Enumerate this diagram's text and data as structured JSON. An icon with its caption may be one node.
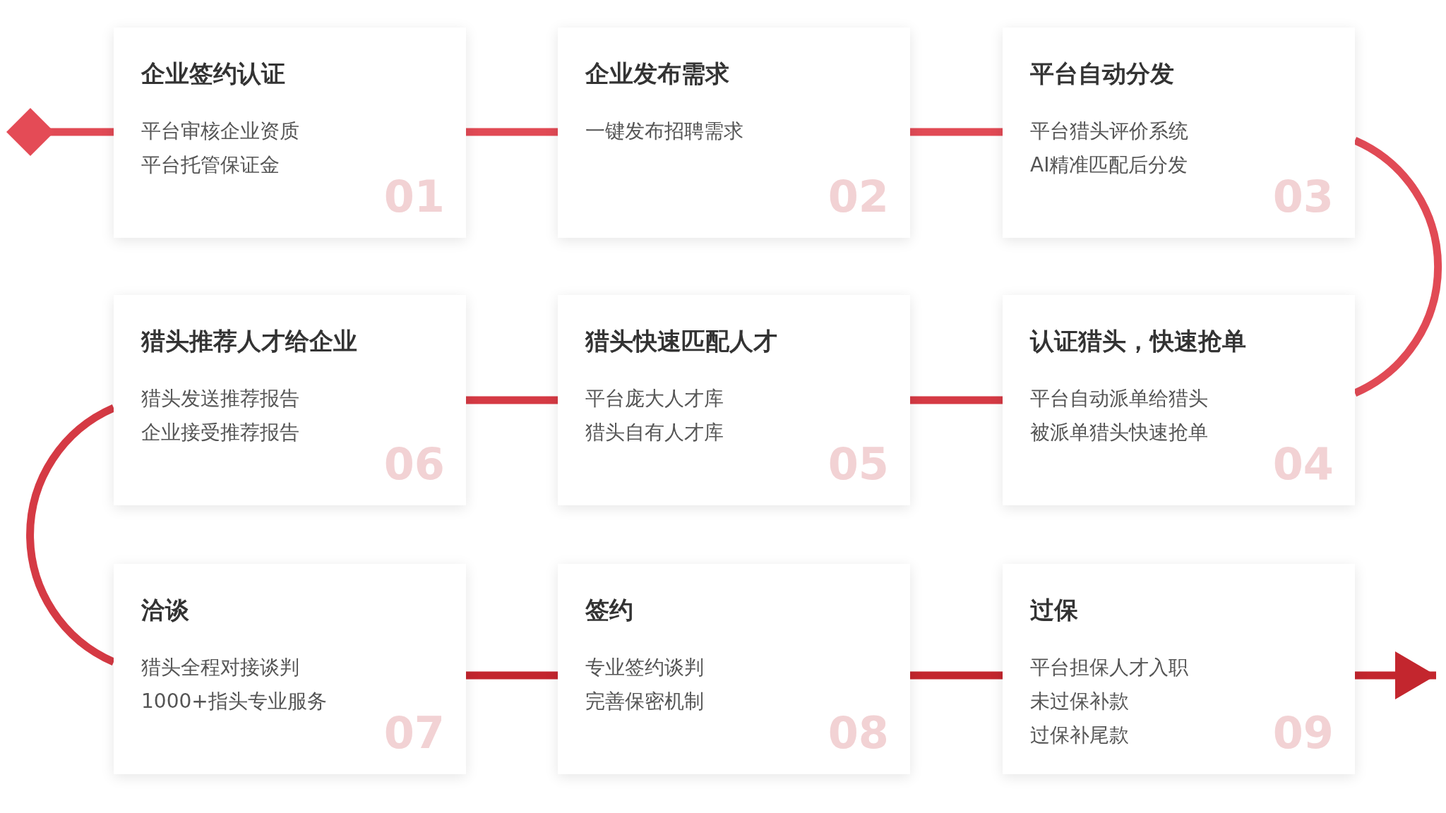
{
  "diagram": {
    "nodes": [
      {
        "text": [
          "企业签约认证",
          "平台审核企业资质",
          "平台托管保证金",
          "01"
        ]
      },
      {
        "text": [
          "企业发布需求",
          "一键发布招聘需求",
          "02"
        ]
      },
      {
        "text": [
          "平台自动分发",
          "平台猎头评价系统",
          "AI精准匹配后分发",
          "03"
        ]
      },
      {
        "text": [
          "认证猎头，快速抢单",
          "平台自动派单给猎头",
          "被派单猎头快速抢单",
          "04"
        ]
      },
      {
        "text": [
          "猎头快速匹配人才",
          "平台庞大人才库",
          "猎头自有人才库",
          "05"
        ]
      },
      {
        "text": [
          "猎头推荐人才给企业",
          "猎头发送推荐报告",
          "企业接受推荐报告",
          "06"
        ]
      },
      {
        "text": [
          "洽谈",
          "猎头全程对接谈判",
          "1000+指头专业服务",
          "07"
        ]
      },
      {
        "text": [
          "签约",
          "专业签约谈判",
          "完善保密机制",
          "08"
        ]
      },
      {
        "text": [
          "过保",
          "平台担保人才入职",
          "未过保补款",
          "过保补尾款",
          "09"
        ]
      },
      {
        "text": [],
        "shape": "diamond"
      }
    ],
    "edges": [
      {
        "from": 0,
        "to": 1,
        "arrow": "none"
      },
      {
        "from": 1,
        "to": 2,
        "arrow": "none"
      },
      {
        "from": 2,
        "to": 3,
        "arrow": "none"
      },
      {
        "from": 3,
        "to": 4,
        "arrow": "none"
      },
      {
        "from": 4,
        "to": 5,
        "arrow": "none"
      },
      {
        "from": 5,
        "to": 6,
        "arrow": "none"
      },
      {
        "from": 6,
        "to": 7,
        "arrow": "none"
      },
      {
        "from": 7,
        "to": 8,
        "arrow": "none"
      },
      {
        "from": 8,
        "to": null,
        "arrow": "to"
      },
      {
        "from": 9,
        "to": 0,
        "arrow": "none"
      }
    ]
  }
}
